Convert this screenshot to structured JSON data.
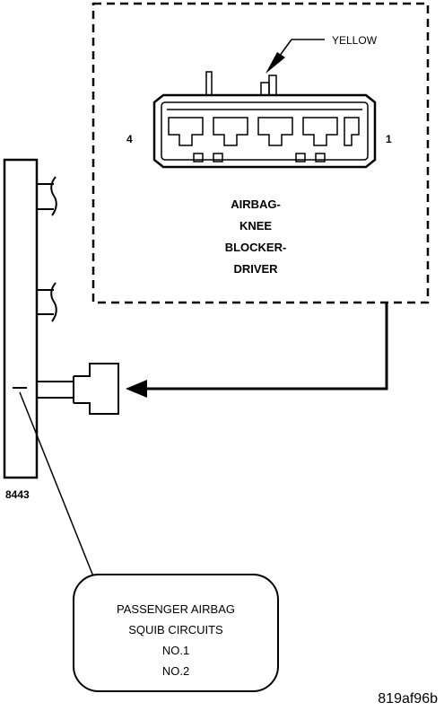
{
  "connector": {
    "wire_color_label": "YELLOW",
    "pin_left": "4",
    "pin_right": "1",
    "name_lines": [
      "AIRBAG-",
      "KNEE",
      "BLOCKER-",
      "DRIVER"
    ]
  },
  "harness": {
    "id_label": "8443"
  },
  "callout": {
    "lines": [
      "PASSENGER AIRBAG",
      "SQUIB CIRCUITS",
      "NO.1",
      "NO.2"
    ]
  },
  "figure_code": "819af96b",
  "colors": {
    "line": "#000000",
    "background": "#ffffff"
  }
}
